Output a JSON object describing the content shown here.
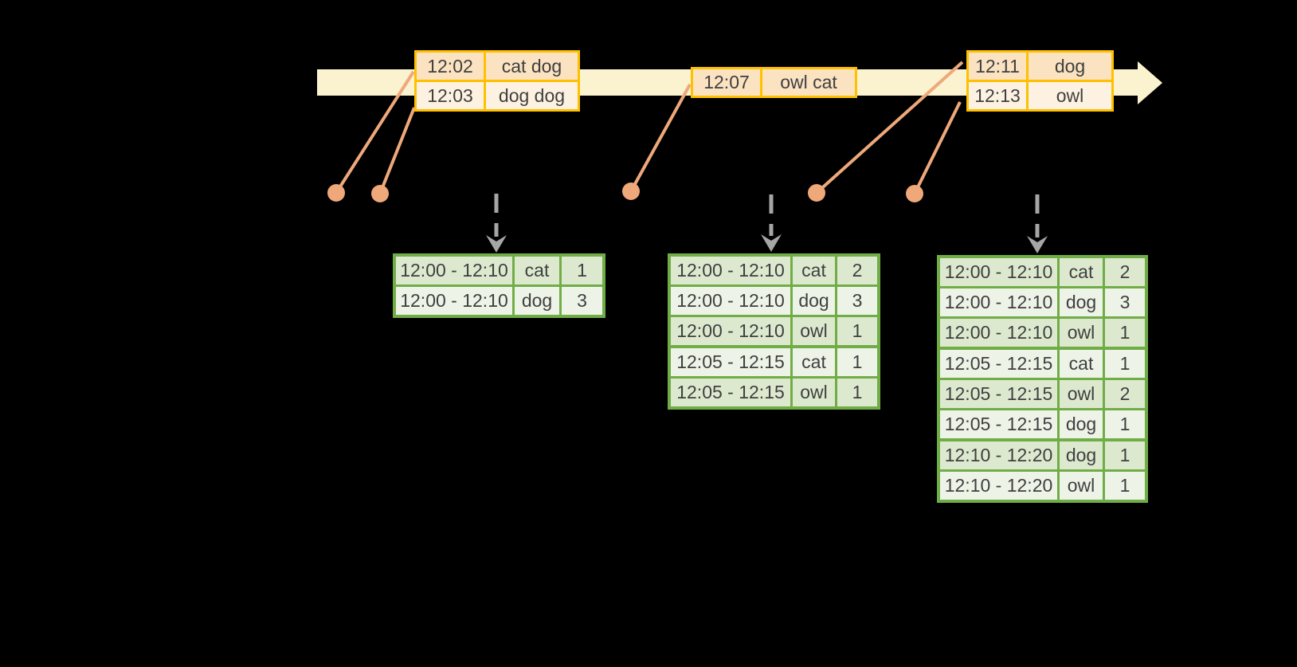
{
  "colors": {
    "background": "#000000",
    "timeline_fill": "#fbf2d0",
    "event_border": "#ffc000",
    "event_row_dark": "#fbe2c1",
    "event_row_light": "#fdf2e1",
    "result_border": "#70ad47",
    "result_row_dark": "#dde9cf",
    "result_row_light": "#eef3e8",
    "connector": "#efa87a",
    "trigger_arrow": "#a6a6a6",
    "text": "#3f3f3f"
  },
  "event_tables": [
    {
      "rows": [
        {
          "time": "12:02",
          "words": "cat dog"
        },
        {
          "time": "12:03",
          "words": "dog dog"
        }
      ]
    },
    {
      "rows": [
        {
          "time": "12:07",
          "words": "owl cat"
        }
      ]
    },
    {
      "rows": [
        {
          "time": "12:11",
          "words": "dog"
        },
        {
          "time": "12:13",
          "words": "owl"
        }
      ]
    }
  ],
  "result_tables": [
    {
      "group_sizes": [
        2
      ],
      "rows": [
        {
          "window": "12:00 - 12:10",
          "word": "cat",
          "count": "1"
        },
        {
          "window": "12:00 - 12:10",
          "word": "dog",
          "count": "3"
        }
      ]
    },
    {
      "group_sizes": [
        3,
        2
      ],
      "rows": [
        {
          "window": "12:00 - 12:10",
          "word": "cat",
          "count": "2"
        },
        {
          "window": "12:00 - 12:10",
          "word": "dog",
          "count": "3"
        },
        {
          "window": "12:00 - 12:10",
          "word": "owl",
          "count": "1"
        },
        {
          "window": "12:05 - 12:15",
          "word": "cat",
          "count": "1"
        },
        {
          "window": "12:05 - 12:15",
          "word": "owl",
          "count": "1"
        }
      ]
    },
    {
      "group_sizes": [
        3,
        3,
        2
      ],
      "rows": [
        {
          "window": "12:00 - 12:10",
          "word": "cat",
          "count": "2"
        },
        {
          "window": "12:00 - 12:10",
          "word": "dog",
          "count": "3"
        },
        {
          "window": "12:00 - 12:10",
          "word": "owl",
          "count": "1"
        },
        {
          "window": "12:05 - 12:15",
          "word": "cat",
          "count": "1"
        },
        {
          "window": "12:05 - 12:15",
          "word": "owl",
          "count": "2"
        },
        {
          "window": "12:05 - 12:15",
          "word": "dog",
          "count": "1"
        },
        {
          "window": "12:10 - 12:20",
          "word": "dog",
          "count": "1"
        },
        {
          "window": "12:10 - 12:20",
          "word": "owl",
          "count": "1"
        }
      ]
    }
  ]
}
